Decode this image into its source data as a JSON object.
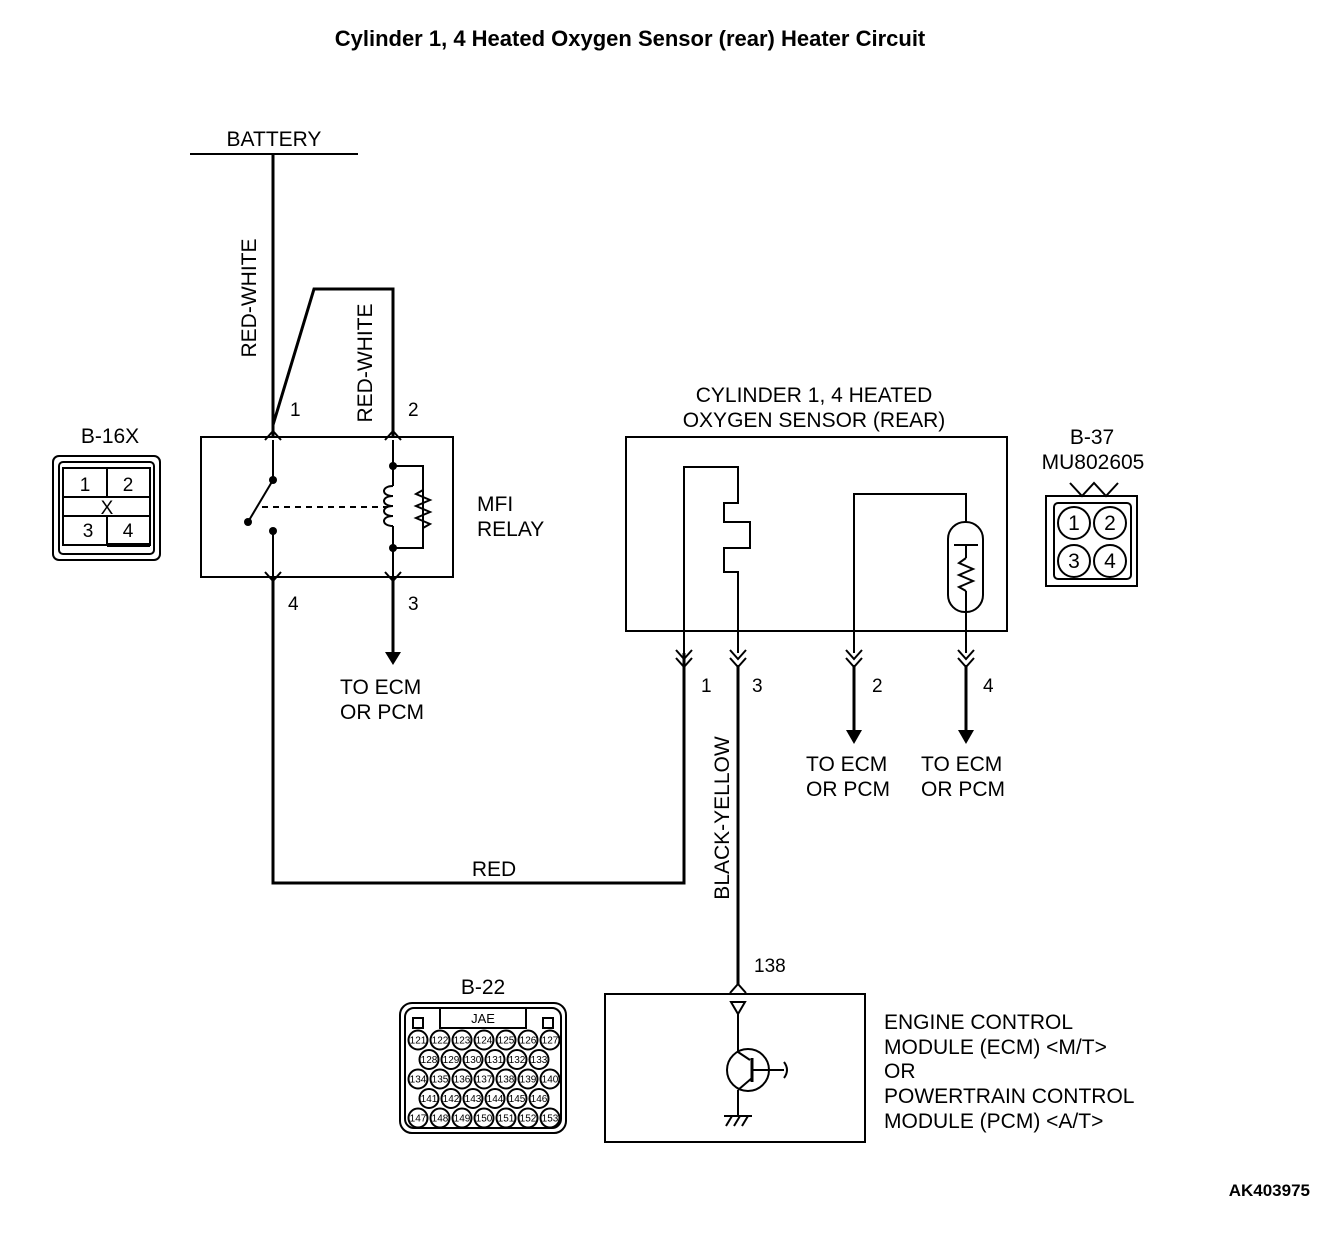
{
  "title": "Cylinder 1, 4 Heated Oxygen Sensor (rear) Heater Circuit",
  "doc_id": "AK403975",
  "battery": {
    "label": "BATTERY"
  },
  "wires": {
    "battery_relay": "RED-WHITE",
    "relay_pin2": "RED-WHITE",
    "relay_to_sensor": "RED",
    "sensor_to_ecm": "BLACK-YELLOW"
  },
  "mfi_relay": {
    "label_line1": "MFI",
    "label_line2": "RELAY",
    "pins": [
      "1",
      "2",
      "3",
      "4"
    ],
    "out_line1": "TO ECM",
    "out_line2": "OR PCM"
  },
  "connector_b16x": {
    "name": "B-16X",
    "pins": [
      "1",
      "2",
      "3",
      "4"
    ],
    "mark": "X"
  },
  "sensor": {
    "label_line1": "CYLINDER 1, 4 HEATED",
    "label_line2": "OXYGEN SENSOR (REAR)",
    "pins": [
      "1",
      "3",
      "2",
      "4"
    ],
    "out_line1": "TO ECM",
    "out_line2": "OR PCM"
  },
  "connector_b37": {
    "name": "B-37",
    "part": "MU802605",
    "pins": [
      "1",
      "2",
      "3",
      "4"
    ]
  },
  "ecm_pin": "138",
  "ecm": {
    "line1": "ENGINE CONTROL",
    "line2": "MODULE (ECM) <M/T>",
    "line3": "OR",
    "line4": "POWERTRAIN CONTROL",
    "line5": "MODULE (PCM) <A/T>"
  },
  "connector_b22": {
    "name": "B-22",
    "maker": "JAE",
    "row1": [
      "121",
      "122",
      "123",
      "124",
      "125",
      "126",
      "127"
    ],
    "row2": [
      "128",
      "129",
      "130",
      "131",
      "132",
      "133"
    ],
    "row3": [
      "134",
      "135",
      "136",
      "137",
      "138",
      "139",
      "140"
    ],
    "row4": [
      "141",
      "142",
      "143",
      "144",
      "145",
      "146"
    ],
    "row5": [
      "147",
      "148",
      "149",
      "150",
      "151",
      "152",
      "153"
    ]
  }
}
